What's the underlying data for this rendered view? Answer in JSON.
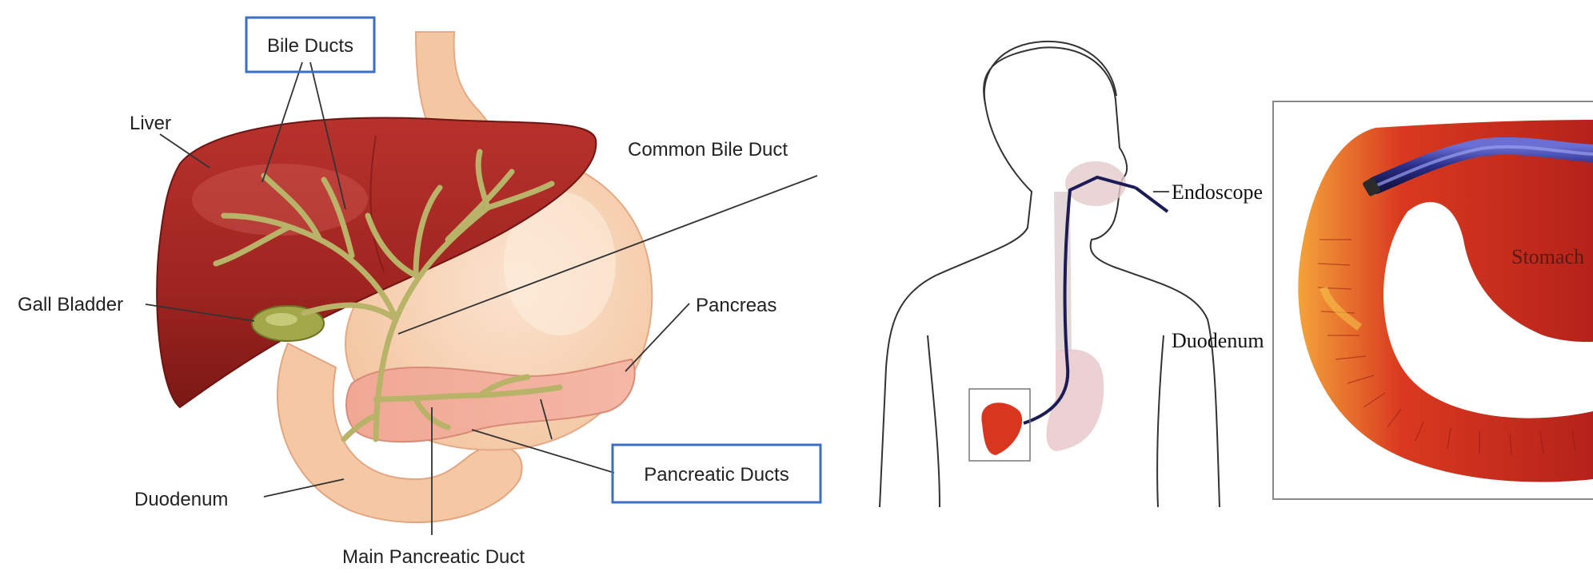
{
  "left_diagram": {
    "labels": {
      "bile_ducts": "Bile Ducts",
      "liver": "Liver",
      "common_bile_duct": "Common Bile Duct",
      "gall_bladder": "Gall Bladder",
      "pancreas": "Pancreas",
      "pancreatic_ducts": "Pancreatic Ducts",
      "duodenum": "Duodenum",
      "main_pancreatic_duct": "Main Pancreatic Duct"
    },
    "highlighted_labels": [
      "Bile Ducts",
      "Pancreatic Ducts"
    ],
    "highlight_color": "#3a6fc4"
  },
  "right_diagram": {
    "labels": {
      "endoscope": "Endoscope",
      "duodenum": "Duodenum",
      "stomach": "Stomach"
    }
  }
}
